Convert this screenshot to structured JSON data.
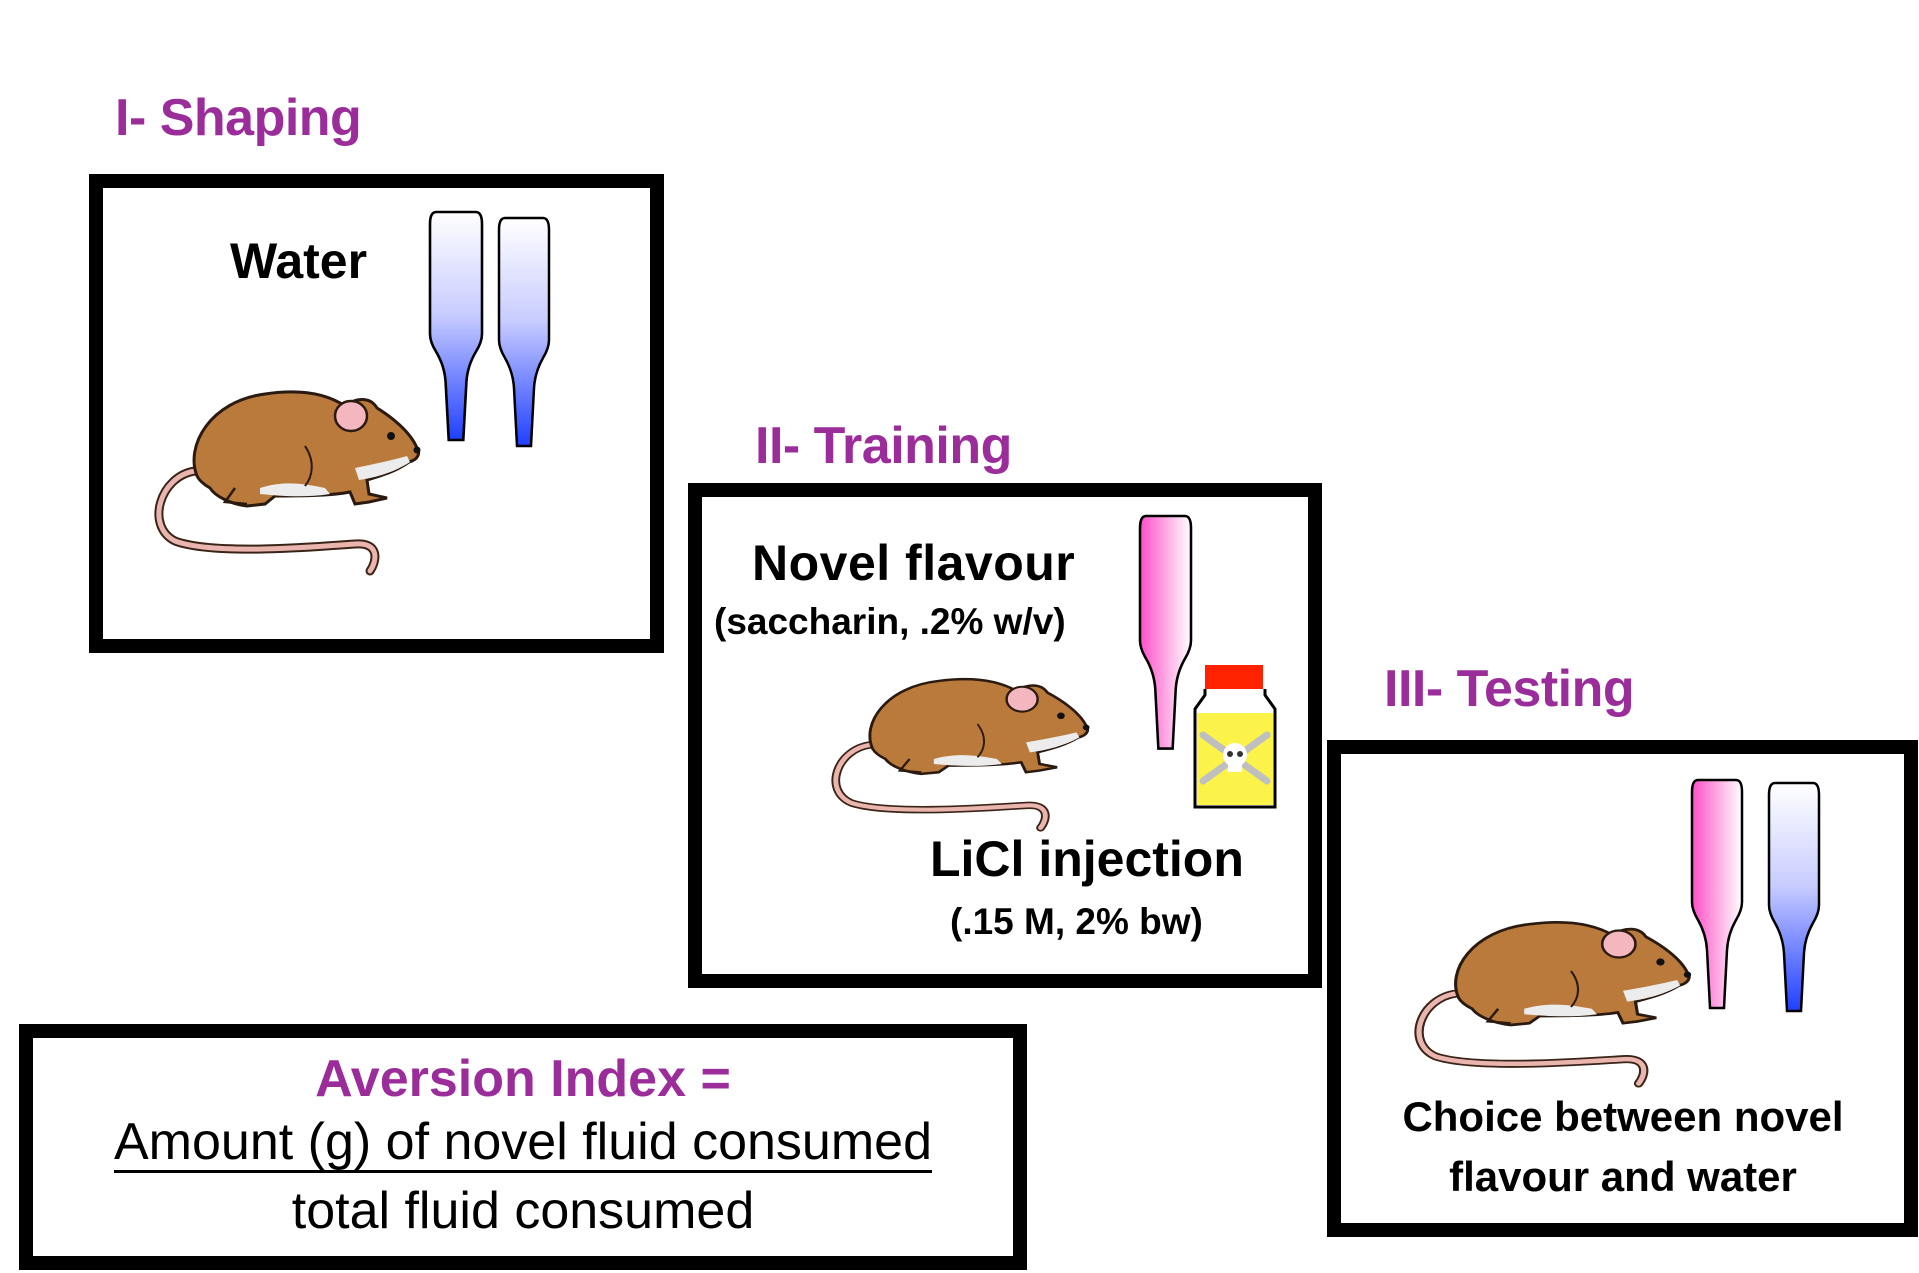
{
  "colors": {
    "heading": "#9b2d9b",
    "panel_border": "#000000",
    "mouse_fur": "#b97a3c",
    "mouse_ear": "#f4b7bf",
    "mouse_tail": "#e9b5ae",
    "water": "#1f4bff",
    "saccharin": "#ff4fc8",
    "poison_label": "#fbf24a",
    "poison_cap": "#ff2200"
  },
  "stages": [
    {
      "heading": "I- Shaping",
      "labels": [
        "Water"
      ],
      "bottles": [
        "water-bottle",
        "water-bottle"
      ]
    },
    {
      "heading": "II- Training",
      "labels": [
        "Novel flavour",
        "(saccharin, .2% w/v)",
        "LiCl injection",
        "(.15 M, 2% bw)"
      ],
      "bottles": [
        "saccharin-bottle"
      ],
      "extra_icon": "poison-bottle-icon"
    },
    {
      "heading": "III- Testing",
      "labels": [
        "Choice between novel",
        "flavour and water"
      ],
      "bottles": [
        "saccharin-bottle",
        "water-bottle"
      ]
    }
  ],
  "formula": {
    "title": "Aversion Index =",
    "numerator": "Amount (g) of novel fluid consumed",
    "denominator": "total fluid consumed"
  }
}
